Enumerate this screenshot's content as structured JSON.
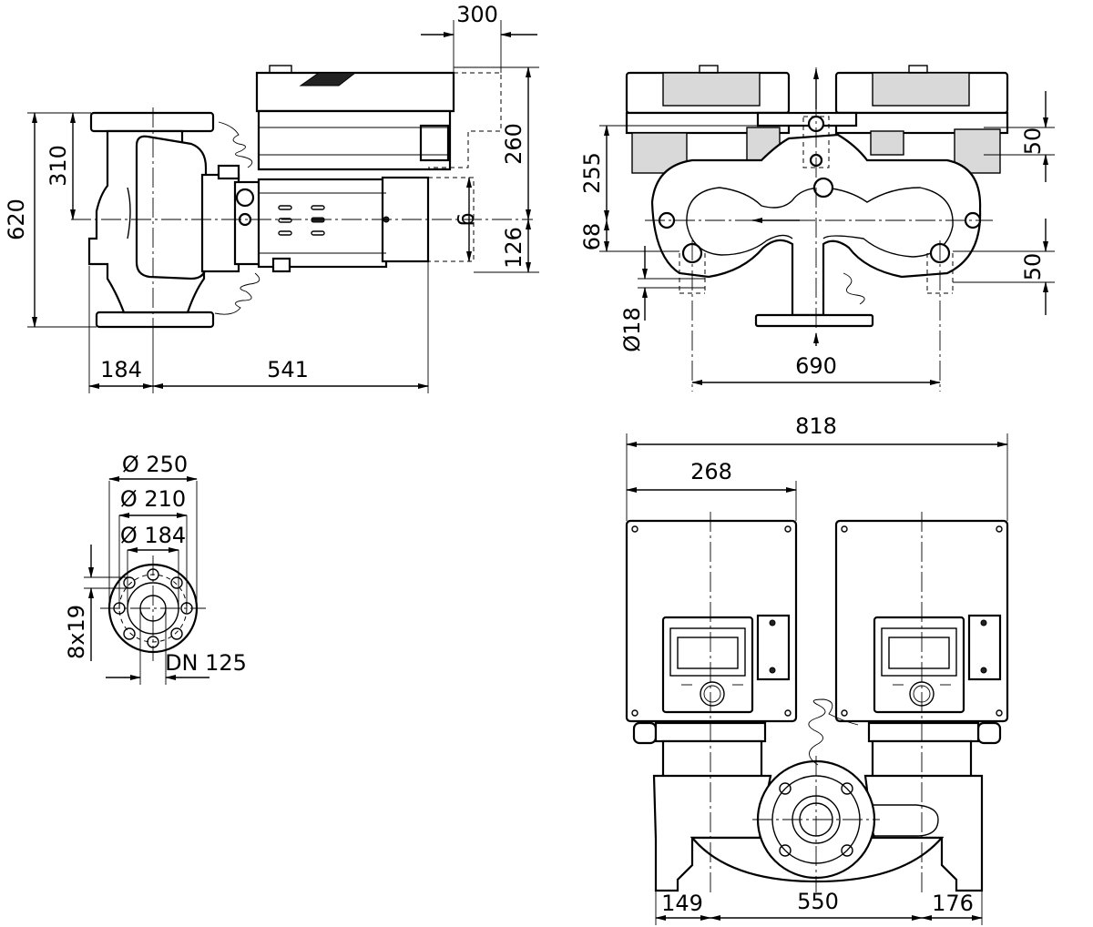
{
  "side_view": {
    "dim_top_300": "300",
    "dim_left_620": "620",
    "dim_left_310": "310",
    "dim_right_260": "260",
    "dim_right_126": "126",
    "dim_motor_g": "g",
    "dim_bottom_184": "184",
    "dim_bottom_541": "541"
  },
  "front_view": {
    "dim_255": "255",
    "dim_68": "68",
    "dim_50_top": "50",
    "dim_50_bottom": "50",
    "dim_d18": "Ø18",
    "dim_690": "690"
  },
  "flange_view": {
    "dim_d250": "Ø 250",
    "dim_d210": "Ø 210",
    "dim_d184": "Ø 184",
    "dim_8x19": "8x19",
    "dim_dn125": "DN 125"
  },
  "top_view": {
    "dim_818": "818",
    "dim_268": "268",
    "dim_149": "149",
    "dim_550": "550",
    "dim_176": "176"
  }
}
